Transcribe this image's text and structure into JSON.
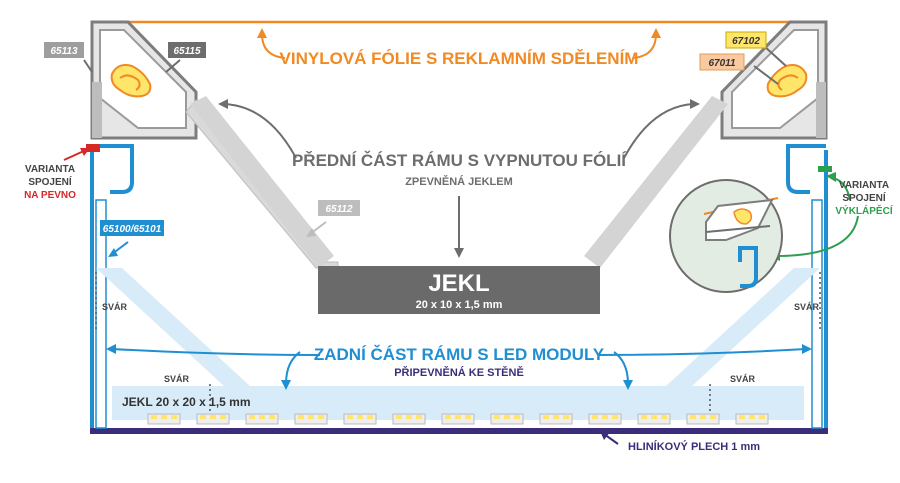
{
  "labels": {
    "vinyl": "VINYLOVÁ FÓLIE S REKLAMNÍM SDĚLENÍM",
    "front_frame": "PŘEDNÍ ČÁST RÁMU S VYPNUTOU FÓLIÍ",
    "front_sub": "ZPEVNĚNÁ JEKLEM",
    "jekl_title": "JEKL",
    "jekl_dims": "20 x 10 x 1,5 mm",
    "back_frame": "ZADNÍ ČÁST RÁMU S LED MODULY",
    "back_sub": "PŘIPEVNĚNÁ KE STĚNĚ",
    "jekl_bottom": "JEKL 20 x 20 x 1,5 mm",
    "svar": "SVÁR",
    "aluminium": "HLINÍKOVÝ PLECH 1 mm",
    "variant_fixed_1": "VARIANTA",
    "variant_fixed_2": "SPOJENÍ",
    "variant_fixed_3": "NA PEVNO",
    "variant_fold_1": "VARIANTA",
    "variant_fold_2": "SPOJENÍ",
    "variant_fold_3": "VÝKLÁPĚCÍ"
  },
  "codes": {
    "c65113": "65113",
    "c65115": "65115",
    "c65112": "65112",
    "c65100": "65100/65101",
    "c67102": "67102",
    "c67011": "67011"
  },
  "colors": {
    "orange": "#f08a24",
    "grey": "#6d6d6d",
    "blue": "#1f8fd1",
    "navy": "#3b2d7a",
    "red": "#d62828",
    "green": "#2e9e4f",
    "yellow": "#ffe66a",
    "peach": "#f9c9a0",
    "lightblue": "#d7ecf8"
  }
}
